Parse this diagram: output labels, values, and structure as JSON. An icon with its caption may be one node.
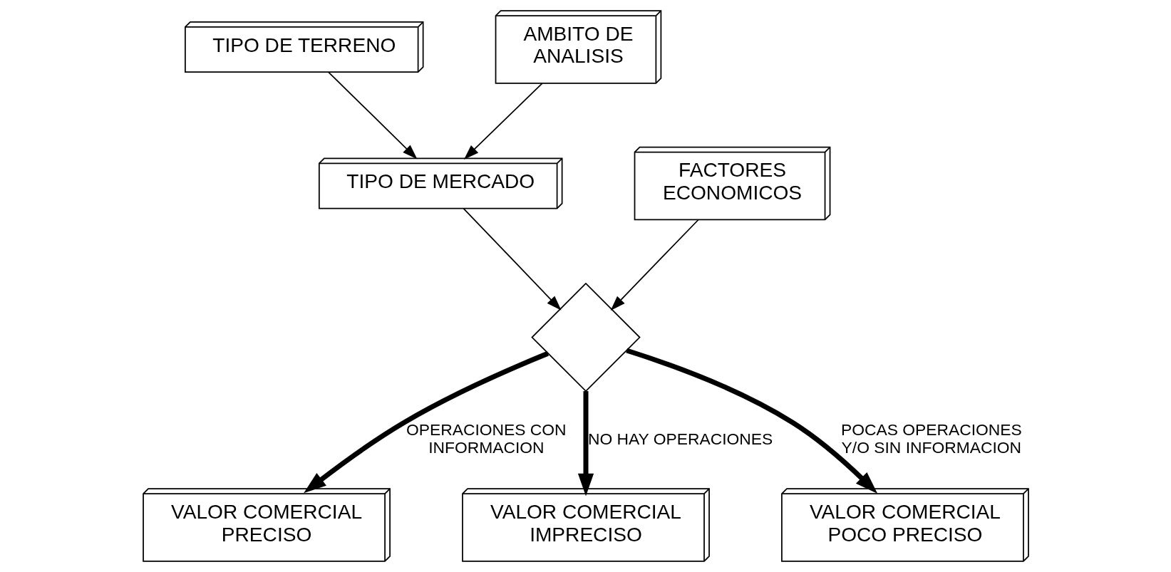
{
  "diagram": {
    "nodes": [
      {
        "text": [
          "TIPO DE TERRENO"
        ]
      },
      {
        "text": [
          "AMBITO DE ANALISIS"
        ]
      },
      {
        "text": [
          "TIPO DE MERCADO"
        ]
      },
      {
        "text": [
          "FACTORES ECONOMICOS"
        ]
      },
      {
        "text": [],
        "shape": "diamond"
      },
      {
        "text": [
          "VALOR COMERCIAL PRECISO"
        ]
      },
      {
        "text": [
          "VALOR COMERCIAL IMPRECISO"
        ]
      },
      {
        "text": [
          "VALOR COMERCIAL POCO PRECISO"
        ]
      }
    ],
    "edges": [
      {
        "from": 0,
        "to": 2,
        "arrow": "to"
      },
      {
        "from": 1,
        "to": 2,
        "arrow": "to"
      },
      {
        "from": 2,
        "to": 4,
        "arrow": "to"
      },
      {
        "from": 3,
        "to": 4,
        "arrow": "to"
      },
      {
        "from": 4,
        "to": 5,
        "arrow": "to",
        "label": "OPERACIONES CON INFORMACION",
        "style": "thick"
      },
      {
        "from": 4,
        "to": 6,
        "arrow": "to",
        "label": "NO HAY OPERACIONES",
        "style": "thick"
      },
      {
        "from": 4,
        "to": 7,
        "arrow": "to",
        "label": "POCAS OPERACIONES Y/O SIN INFORMACION",
        "style": "thick"
      }
    ]
  }
}
